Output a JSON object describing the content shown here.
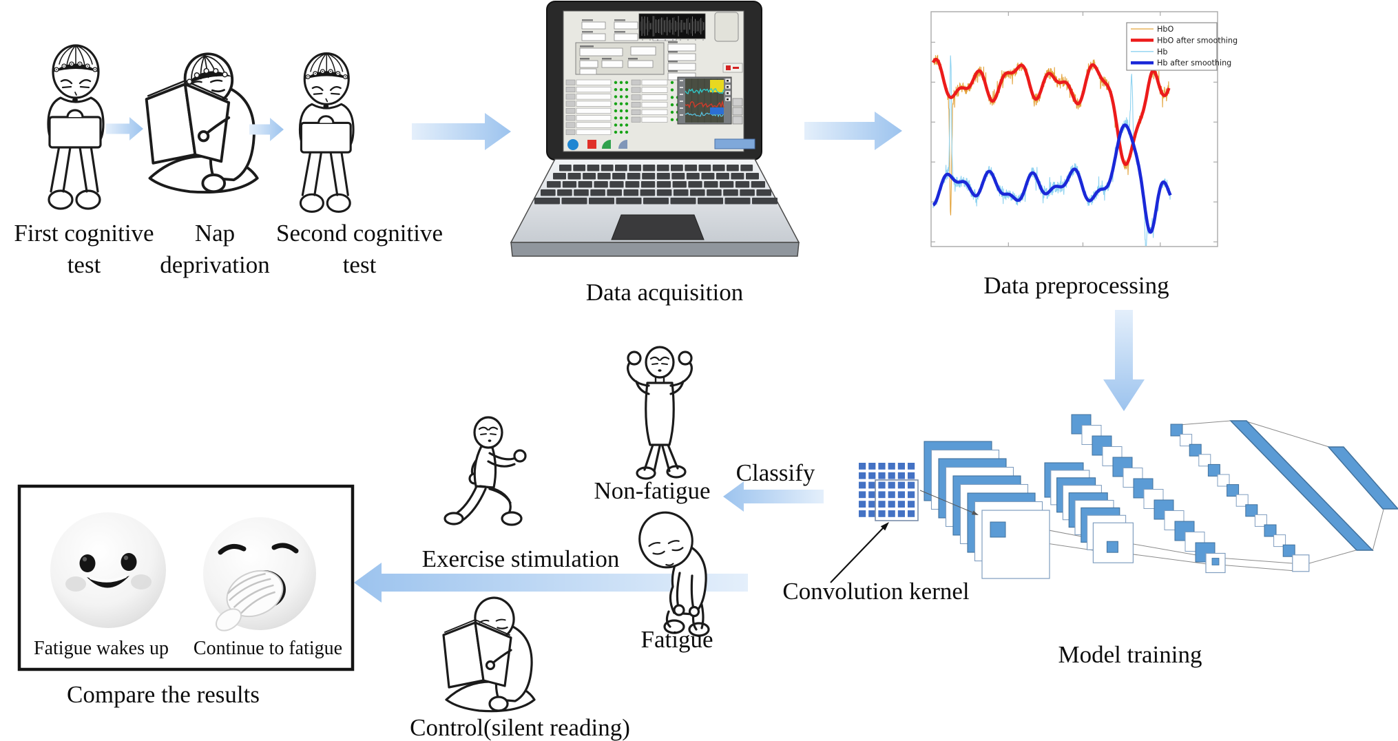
{
  "colors": {
    "arrow_light": "#E4EFFB",
    "arrow_dark": "#9CC3EE",
    "cnn_fill": "#5B9BD5",
    "cnn_edge": "#41719C",
    "cnn_white_edge": "#7F9DBF",
    "kernel_fill": "#4472C4",
    "outline": "#1B1B1B",
    "connector": "#8A8A8A"
  },
  "experiment": {
    "step1_line1": "First cognitive",
    "step1_line2": "test",
    "step2_line1": "Nap",
    "step2_line2": "deprivation",
    "step3_line1": "Second cognitive",
    "step3_line2": "test"
  },
  "acquisition": {
    "label": "Data acquisition"
  },
  "preprocessing": {
    "label": "Data preprocessing"
  },
  "chart_data": {
    "type": "line",
    "title": "",
    "xlabel": "",
    "ylabel": "",
    "grid": false,
    "legend_position": "top-right",
    "description": "fNIRS concentration signals: noisy HbO trace with thick red smoothed curve in upper half, noisy Hb trace with thick blue smoothed curve in lower half; motion artifact spike near the start and a large dip/peak about 70% along the x axis; traces span ~84% of axis width; unlabeled tick marks on all four sides.",
    "series": [
      {
        "name": "HbO",
        "color": "#E3A33B",
        "line_width": 1,
        "kind": "raw",
        "pair": "HbO"
      },
      {
        "name": "HbO after smoothing",
        "color": "#EC1B1B",
        "line_width": 5,
        "kind": "smoothed",
        "pair": "HbO"
      },
      {
        "name": "Hb",
        "color": "#8DD2F0",
        "line_width": 1,
        "kind": "raw",
        "pair": "Hb"
      },
      {
        "name": "Hb after smoothing",
        "color": "#1A28D8",
        "line_width": 5,
        "kind": "smoothed",
        "pair": "Hb"
      }
    ],
    "synth": {
      "hbo": {
        "baseline": 0.3,
        "amp": 0.105,
        "dip_center": 0.695,
        "dip_width": 0.05,
        "dip_depth": 0.36,
        "rebound_center": 0.775,
        "rebound_width": 0.025,
        "rebound_depth": 0.12,
        "end": 0.835
      },
      "hb": {
        "baseline": 0.745,
        "amp": 0.085,
        "peak_center": 0.69,
        "peak_width": 0.042,
        "peak_depth": 0.3,
        "dip_center": 0.768,
        "dip_width": 0.03,
        "dip_depth": 0.24,
        "end": 0.84
      },
      "noise_amp": 0.05,
      "artifact_t": 0.062,
      "artifact_depth": 0.5
    },
    "x_ticks_fraction": [
      0.27,
      0.53,
      0.8
    ],
    "y_ticks_fraction": [
      0.13,
      0.3,
      0.47,
      0.64,
      0.81,
      0.98
    ]
  },
  "model": {
    "classify_label": "Classify",
    "kernel_label": "Convolution kernel",
    "training_label": "Model training"
  },
  "classes": {
    "non_fatigue": "Non-fatigue",
    "fatigue": "Fatigue"
  },
  "intervention": {
    "exercise": "Exercise stimulation",
    "control": "Control(silent reading)"
  },
  "results": {
    "wake": "Fatigue wakes up",
    "continue_": "Continue to fatigue",
    "compare": "Compare the results"
  }
}
